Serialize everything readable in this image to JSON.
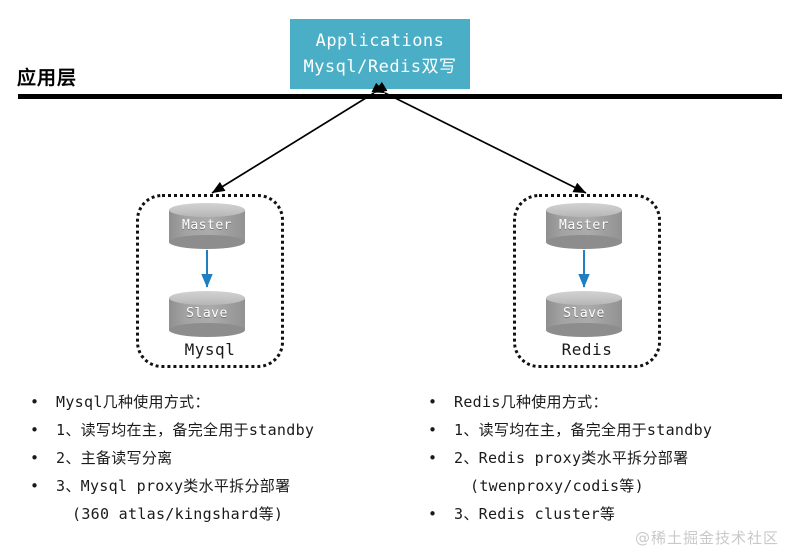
{
  "app_box": {
    "line1": "Applications",
    "line2": "Mysql/Redis双写",
    "color": "#4aafc6",
    "text_color": "#ffffff"
  },
  "layer": {
    "label": "应用层",
    "rule_color": "#000000"
  },
  "groups": [
    {
      "id": "mysql",
      "caption": "Mysql",
      "nodes": [
        {
          "label": "Master"
        },
        {
          "label": "Slave"
        }
      ],
      "replication_arrow_color": "#1f7fc0"
    },
    {
      "id": "redis",
      "caption": "Redis",
      "nodes": [
        {
          "label": "Master"
        },
        {
          "label": "Slave"
        }
      ],
      "replication_arrow_color": "#1f7fc0"
    }
  ],
  "connectors": {
    "color": "#000000",
    "style": "double-headed-arrow",
    "edges": [
      {
        "from": "app-box",
        "to": "group-mysql"
      },
      {
        "from": "app-box",
        "to": "group-redis"
      }
    ]
  },
  "bullets_left": [
    {
      "bullet": "•",
      "text": "Mysql几种使用方式："
    },
    {
      "bullet": "•",
      "text": "1、读写均在主，备完全用于standby"
    },
    {
      "bullet": "•",
      "text": "2、主备读写分离"
    },
    {
      "bullet": "•",
      "text": "3、Mysql proxy类水平拆分部署",
      "continuation": "(360 atlas/kingshard等)"
    }
  ],
  "bullets_right": [
    {
      "bullet": "•",
      "text": "Redis几种使用方式："
    },
    {
      "bullet": "•",
      "text": "1、读写均在主，备完全用于standby"
    },
    {
      "bullet": "•",
      "text": "2、Redis proxy类水平拆分部署",
      "continuation": "(twenproxy/codis等)"
    },
    {
      "bullet": "•",
      "text": "3、Redis cluster等"
    }
  ],
  "watermark": {
    "text": "@稀土掘金技术社区",
    "color": "#c9c9c9"
  }
}
